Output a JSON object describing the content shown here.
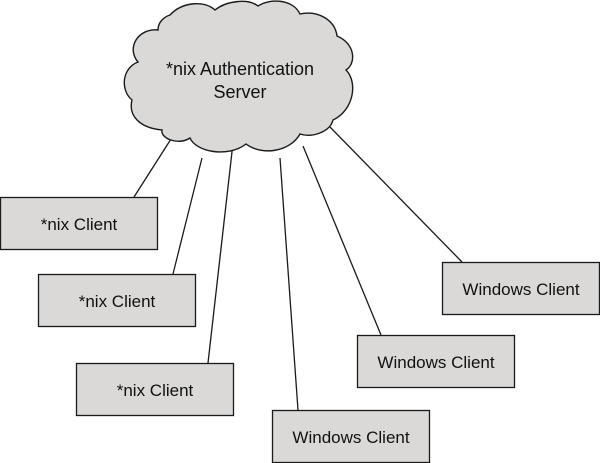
{
  "diagram": {
    "server": {
      "label_line1": "*nix Authentication",
      "label_line2": "Server",
      "shape": "cloud"
    },
    "clients": [
      {
        "label": "*nix Client",
        "os": "nix"
      },
      {
        "label": "*nix Client",
        "os": "nix"
      },
      {
        "label": "*nix Client",
        "os": "nix"
      },
      {
        "label": "Windows Client",
        "os": "windows"
      },
      {
        "label": "Windows Client",
        "os": "windows"
      },
      {
        "label": "Windows Client",
        "os": "windows"
      }
    ],
    "connections": [
      {
        "from": "server",
        "to": 0
      },
      {
        "from": "server",
        "to": 1
      },
      {
        "from": "server",
        "to": 2
      },
      {
        "from": "server",
        "to": 3
      },
      {
        "from": "server",
        "to": 4
      },
      {
        "from": "server",
        "to": 5
      }
    ],
    "colors": {
      "node_fill": "#dad9d8",
      "stroke": "#1a1a1a",
      "background": "#ffffff"
    }
  }
}
